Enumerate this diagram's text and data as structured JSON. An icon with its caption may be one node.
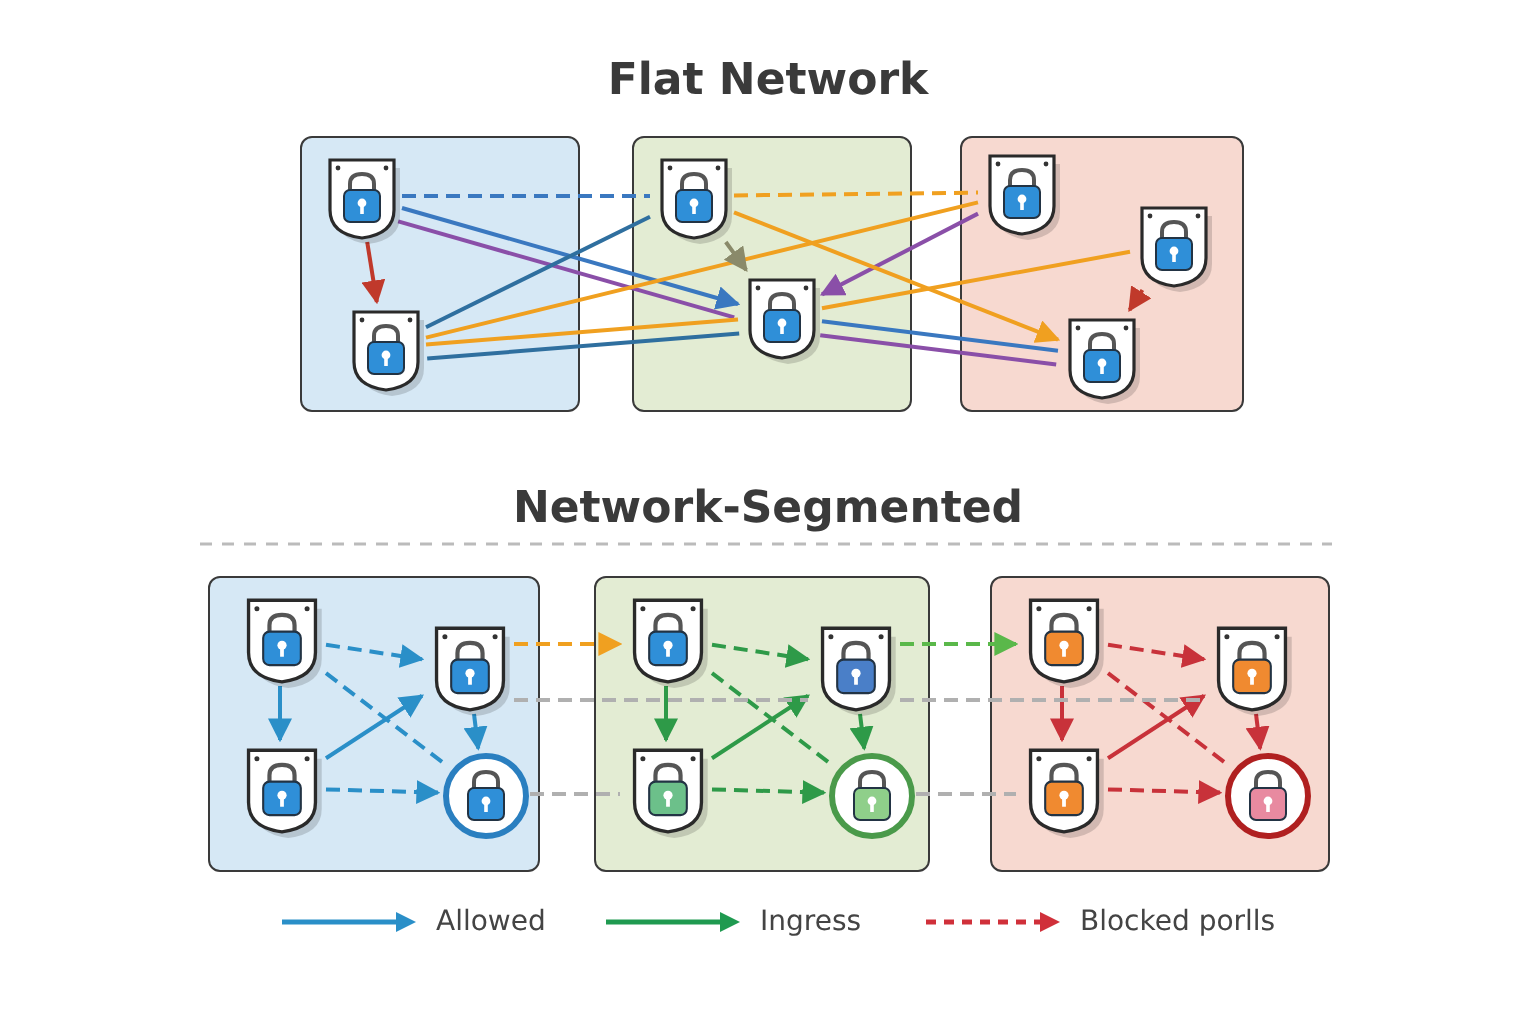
{
  "diagram": {
    "title": "Flat Network",
    "nodes": [
      {
        "text": [],
        "shape": "box"
      },
      {
        "text": [],
        "shape": "shield",
        "in": 0
      },
      {
        "text": [],
        "shape": "shield",
        "in": 0
      },
      {
        "text": [],
        "shape": "box"
      },
      {
        "text": [],
        "shape": "shield",
        "in": 3
      },
      {
        "text": [],
        "shape": "shield",
        "in": 3
      },
      {
        "text": [],
        "shape": "box"
      },
      {
        "text": [],
        "shape": "shield",
        "in": 6
      },
      {
        "text": [],
        "shape": "shield",
        "in": 6
      },
      {
        "text": [],
        "shape": "shield",
        "in": 6
      },
      {
        "text": [],
        "shape": "box"
      },
      {
        "text": [],
        "shape": "shield",
        "in": 10
      },
      {
        "text": [],
        "shape": "shield",
        "in": 10
      },
      {
        "text": [],
        "shape": "shield",
        "in": 10
      },
      {
        "text": [],
        "shape": "circle",
        "in": 10
      },
      {
        "text": [],
        "shape": "box"
      },
      {
        "text": [],
        "shape": "shield",
        "in": 15
      },
      {
        "text": [],
        "shape": "shield",
        "in": 15
      },
      {
        "text": [],
        "shape": "shield",
        "in": 15
      },
      {
        "text": [],
        "shape": "circle",
        "in": 15
      },
      {
        "text": [],
        "shape": "box"
      },
      {
        "text": [],
        "shape": "shield",
        "in": 20
      },
      {
        "text": [],
        "shape": "shield",
        "in": 20
      },
      {
        "text": [],
        "shape": "shield",
        "in": 20
      },
      {
        "text": [],
        "shape": "circle",
        "in": 20
      }
    ],
    "edges": [
      {
        "from": 1,
        "to": 4,
        "arrow": "none",
        "style": "dashed",
        "color": "#3a78c0"
      },
      {
        "from": 4,
        "to": 7,
        "arrow": "none",
        "style": "dashed",
        "color": "#f0a020"
      },
      {
        "from": 1,
        "to": 2,
        "arrow": "to",
        "color": "#c0392b"
      },
      {
        "from": 1,
        "to": 5,
        "arrow": "to",
        "color": "#3a78c0"
      },
      {
        "from": 1,
        "to": 5,
        "arrow": "none",
        "color": "#8a4fa8"
      },
      {
        "from": 2,
        "to": 4,
        "arrow": "none",
        "color": "#2f6f9f"
      },
      {
        "from": 2,
        "to": 7,
        "arrow": "none",
        "color": "#f0a020"
      },
      {
        "from": 2,
        "to": 5,
        "arrow": "none",
        "color": "#f0a020"
      },
      {
        "from": 2,
        "to": 5,
        "arrow": "none",
        "color": "#2f6f9f"
      },
      {
        "from": 7,
        "to": 5,
        "arrow": "to",
        "color": "#8a4fa8"
      },
      {
        "from": 4,
        "to": 9,
        "arrow": "to",
        "color": "#f0a020"
      },
      {
        "from": 8,
        "to": 5,
        "arrow": "none",
        "color": "#f0a020"
      },
      {
        "from": 5,
        "to": 9,
        "arrow": "none",
        "color": "#3a78c0"
      },
      {
        "from": 5,
        "to": 9,
        "arrow": "none",
        "color": "#8a4fa8"
      },
      {
        "from": 8,
        "to": 9,
        "arrow": "to",
        "style": "dashed",
        "color": "#c0392b"
      },
      {
        "from": 4,
        "to": 5,
        "arrow": "to",
        "style": "dashed",
        "color": "#8a8a6a"
      },
      {
        "from": 11,
        "to": 12,
        "arrow": "to",
        "style": "dashed",
        "color": "#2a8fc8"
      },
      {
        "from": 11,
        "to": 13,
        "arrow": "to",
        "color": "#2a8fc8"
      },
      {
        "from": 13,
        "to": 12,
        "arrow": "to",
        "color": "#2a8fc8"
      },
      {
        "from": 12,
        "to": 14,
        "arrow": "to",
        "color": "#2a8fc8"
      },
      {
        "from": 13,
        "to": 14,
        "arrow": "to",
        "style": "dashed",
        "color": "#2a8fc8"
      },
      {
        "from": 11,
        "to": 14,
        "arrow": "none",
        "style": "dashed",
        "color": "#2a8fc8"
      },
      {
        "from": 16,
        "to": 17,
        "arrow": "to",
        "style": "dashed",
        "color": "#2e9a48"
      },
      {
        "from": 16,
        "to": 18,
        "arrow": "to",
        "color": "#2e9a48"
      },
      {
        "from": 18,
        "to": 17,
        "arrow": "to",
        "color": "#2e9a48"
      },
      {
        "from": 17,
        "to": 19,
        "arrow": "to",
        "color": "#2e9a48"
      },
      {
        "from": 18,
        "to": 19,
        "arrow": "to",
        "style": "dashed",
        "color": "#2e9a48"
      },
      {
        "from": 16,
        "to": 19,
        "arrow": "none",
        "style": "dashed",
        "color": "#2e9a48"
      },
      {
        "from": 21,
        "to": 22,
        "arrow": "to",
        "style": "dashed",
        "color": "#c8323a"
      },
      {
        "from": 21,
        "to": 23,
        "arrow": "to",
        "color": "#c8323a"
      },
      {
        "from": 23,
        "to": 22,
        "arrow": "to",
        "color": "#c8323a"
      },
      {
        "from": 22,
        "to": 24,
        "arrow": "to",
        "color": "#c8323a"
      },
      {
        "from": 23,
        "to": 24,
        "arrow": "to",
        "style": "dashed",
        "color": "#c8323a"
      },
      {
        "from": 21,
        "to": 24,
        "arrow": "none",
        "style": "dashed",
        "color": "#c8323a"
      },
      {
        "from": 12,
        "to": 16,
        "arrow": "to",
        "style": "dashed",
        "color": "#f0a020"
      },
      {
        "from": 17,
        "to": 21,
        "arrow": "to",
        "style": "dashed",
        "color": "#5ab84a"
      },
      {
        "from": 12,
        "to": 17,
        "arrow": "none",
        "style": "dashed",
        "color": "#b0b0b0"
      },
      {
        "from": 17,
        "to": 22,
        "arrow": "none",
        "style": "dashed",
        "color": "#b0b0b0"
      },
      {
        "from": 14,
        "to": 18,
        "arrow": "none",
        "style": "dashed",
        "color": "#b0b0b0"
      },
      {
        "from": 19,
        "to": 23,
        "arrow": "none",
        "style": "dashed",
        "color": "#b0b0b0"
      }
    ],
    "labels": [
      "Network-Segmented"
    ],
    "legend": [
      {
        "text": "Allowed"
      },
      {
        "text": "Ingress"
      },
      {
        "text": "Blocked porlls"
      }
    ]
  }
}
